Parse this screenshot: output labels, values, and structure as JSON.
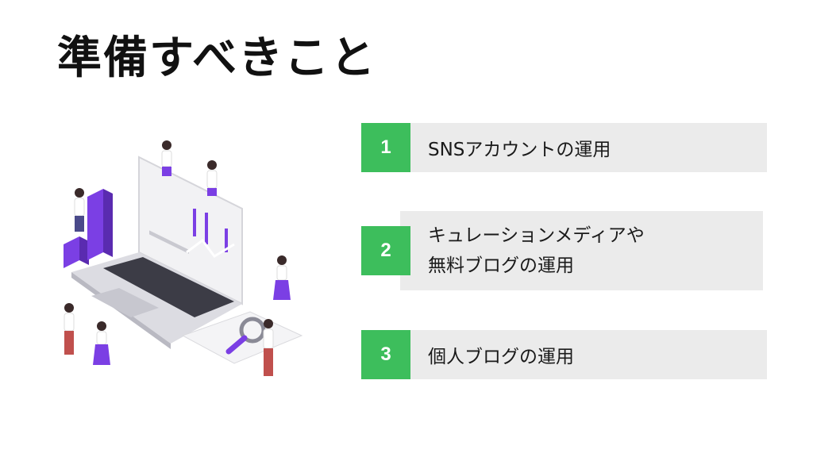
{
  "title": "準備すべきこと",
  "items": [
    {
      "num": "1",
      "lines": [
        "SNSアカウントの運用"
      ]
    },
    {
      "num": "2",
      "lines": [
        "キュレーションメディアや",
        "無料ブログの運用"
      ]
    },
    {
      "num": "3",
      "lines": [
        "個人ブログの運用"
      ]
    }
  ],
  "colors": {
    "accent": "#3dbe5c",
    "box": "#ebebeb",
    "illustration_accent": "#7b3fe4"
  }
}
